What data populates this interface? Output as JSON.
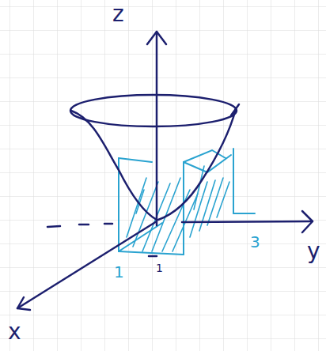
{
  "diagram": {
    "labels": [
      "z",
      "3",
      "y",
      "1",
      "1",
      "x"
    ]
  }
}
